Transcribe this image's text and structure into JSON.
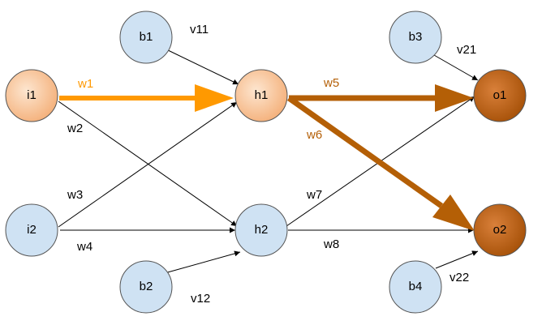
{
  "colors": {
    "blue_fill": "#cfe2f3",
    "orange_light": "#f6b26b",
    "orange_dark": "#b45f06",
    "arrow_orange": "#ff9900",
    "arrow_brown": "#b45f06",
    "stroke": "#555555",
    "line": "#000000"
  },
  "nodes": {
    "i1": {
      "label": "i1",
      "style": "light"
    },
    "i2": {
      "label": "i2",
      "style": "blue"
    },
    "b1": {
      "label": "b1",
      "style": "blue"
    },
    "b2": {
      "label": "b2",
      "style": "blue"
    },
    "h1": {
      "label": "h1",
      "style": "light"
    },
    "h2": {
      "label": "h2",
      "style": "blue"
    },
    "b3": {
      "label": "b3",
      "style": "blue"
    },
    "b4": {
      "label": "b4",
      "style": "blue"
    },
    "o1": {
      "label": "o1",
      "style": "dark"
    },
    "o2": {
      "label": "o2",
      "style": "dark"
    }
  },
  "edges": {
    "w1": {
      "label": "w1",
      "from": "i1",
      "to": "h1",
      "emphasis": "orange"
    },
    "w2": {
      "label": "w2",
      "from": "i1",
      "to": "h2",
      "emphasis": "none"
    },
    "w3": {
      "label": "w3",
      "from": "i2",
      "to": "h1",
      "emphasis": "none"
    },
    "w4": {
      "label": "w4",
      "from": "i2",
      "to": "h2",
      "emphasis": "none"
    },
    "w5": {
      "label": "w5",
      "from": "h1",
      "to": "o1",
      "emphasis": "brown"
    },
    "w6": {
      "label": "w6",
      "from": "h1",
      "to": "o2",
      "emphasis": "brown"
    },
    "w7": {
      "label": "w7",
      "from": "h2",
      "to": "o1",
      "emphasis": "none"
    },
    "w8": {
      "label": "w8",
      "from": "h2",
      "to": "o2",
      "emphasis": "none"
    },
    "v11": {
      "label": "v11",
      "from": "b1",
      "to": "h1",
      "emphasis": "none"
    },
    "v12": {
      "label": "v12",
      "from": "b2",
      "to": "h2",
      "emphasis": "none"
    },
    "v21": {
      "label": "v21",
      "from": "b3",
      "to": "o1",
      "emphasis": "none"
    },
    "v22": {
      "label": "v22",
      "from": "b4",
      "to": "o2",
      "emphasis": "none"
    }
  }
}
